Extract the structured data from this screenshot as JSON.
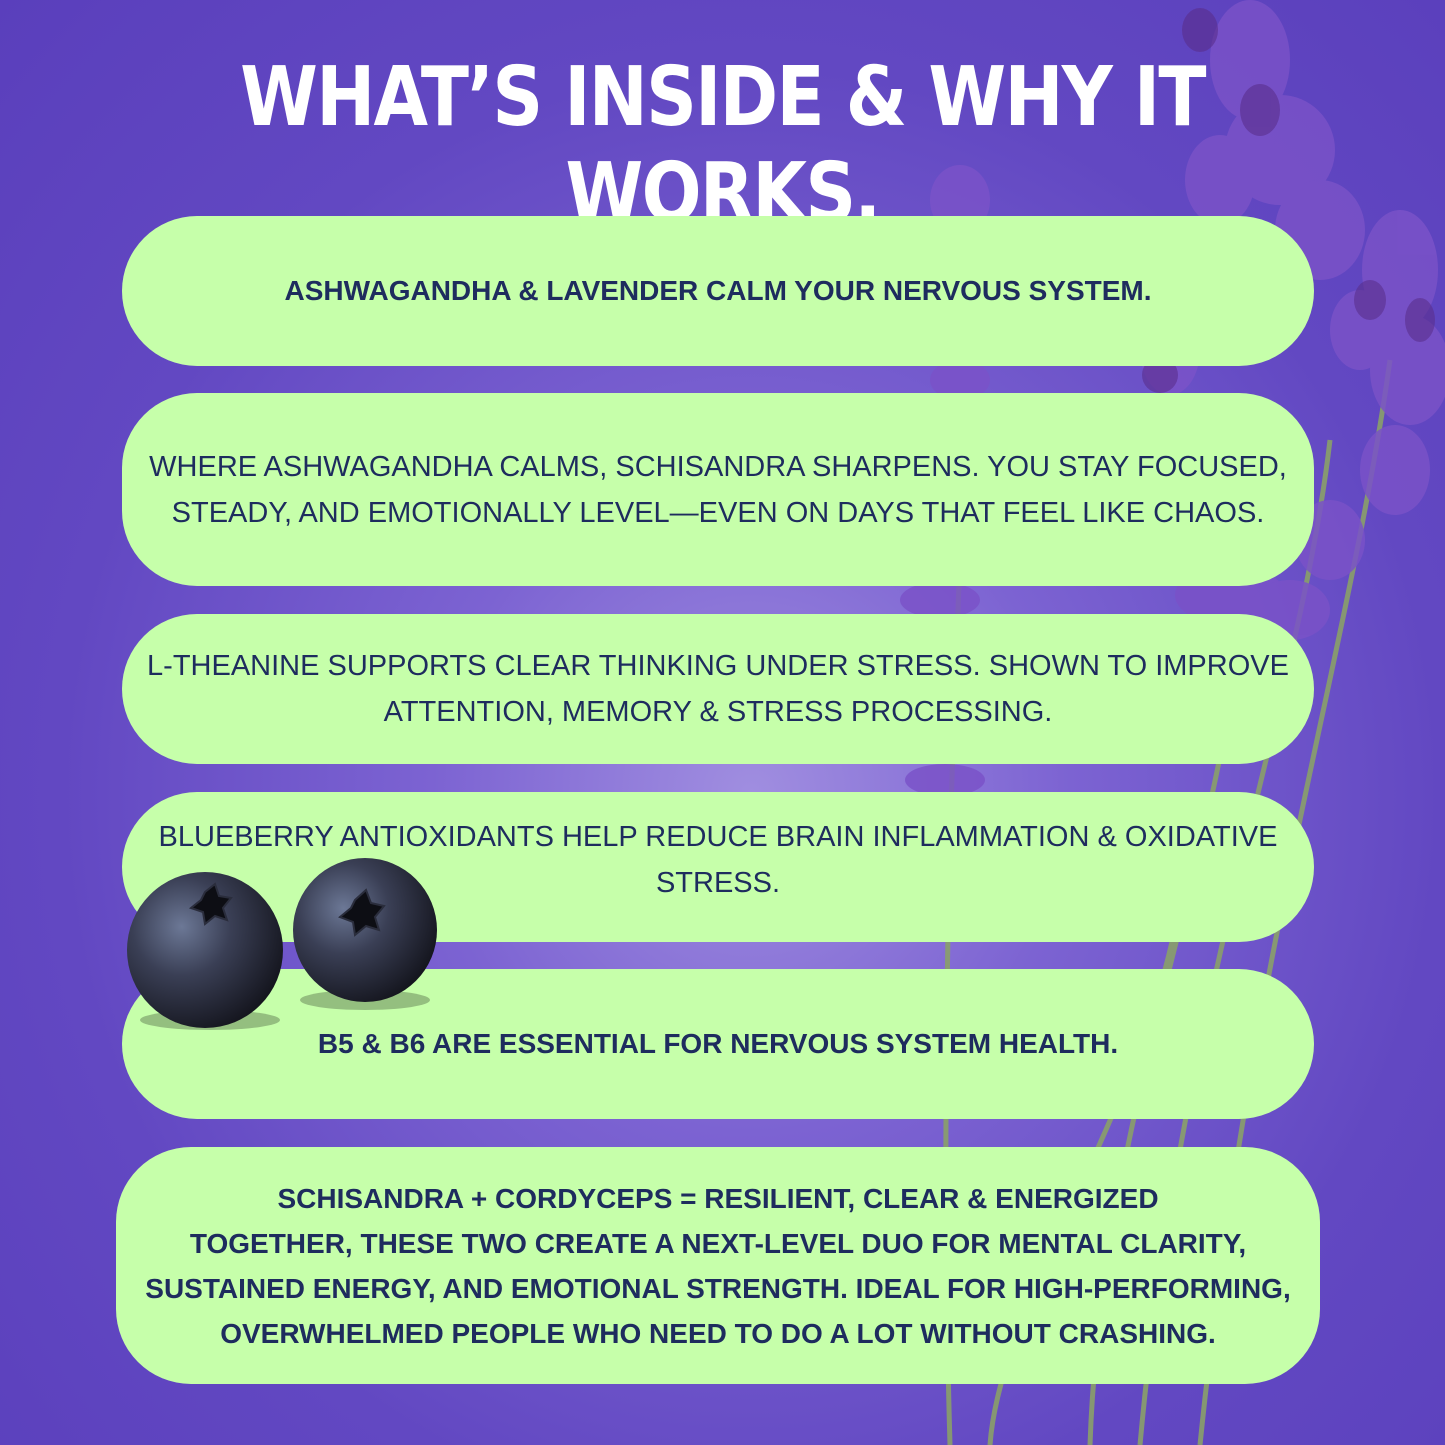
{
  "title": "WHAT’S INSIDE & WHY IT WORKS.",
  "colors": {
    "background": "#6a4fc6",
    "card": "#c6ffaa",
    "card_text": "#1e2c5e",
    "title": "#ffffff"
  },
  "cards": [
    {
      "text": "ASHWAGANDHA & LAVENDER CALM YOUR NERVOUS SYSTEM."
    },
    {
      "text": "WHERE ASHWAGANDHA CALMS, SCHISANDRA SHARPENS. YOU STAY FOCUSED, STEADY, AND EMOTIONALLY LEVEL—EVEN ON DAYS THAT FEEL LIKE CHAOS."
    },
    {
      "text": "L-THEANINE SUPPORTS CLEAR THINKING UNDER STRESS. SHOWN TO IMPROVE ATTENTION, MEMORY & STRESS PROCESSING."
    },
    {
      "text": "BLUEBERRY ANTIOXIDANTS HELP REDUCE BRAIN INFLAMMATION & OXIDATIVE STRESS."
    },
    {
      "text": "B5 & B6 ARE ESSENTIAL FOR NERVOUS SYSTEM HEALTH."
    },
    {
      "heading": "SCHISANDRA + CORDYCEPS = RESILIENT, CLEAR & ENERGIZED",
      "text": "TOGETHER, THESE TWO CREATE A NEXT-LEVEL DUO FOR MENTAL CLARITY, SUSTAINED ENERGY, AND EMOTIONAL STRENGTH. IDEAL FOR HIGH-PERFORMING, OVERWHELMED PEOPLE WHO NEED TO DO A LOT WITHOUT CRASHING."
    }
  ],
  "images": {
    "lavender": "lavender-sprigs",
    "blueberries": "blueberries"
  }
}
